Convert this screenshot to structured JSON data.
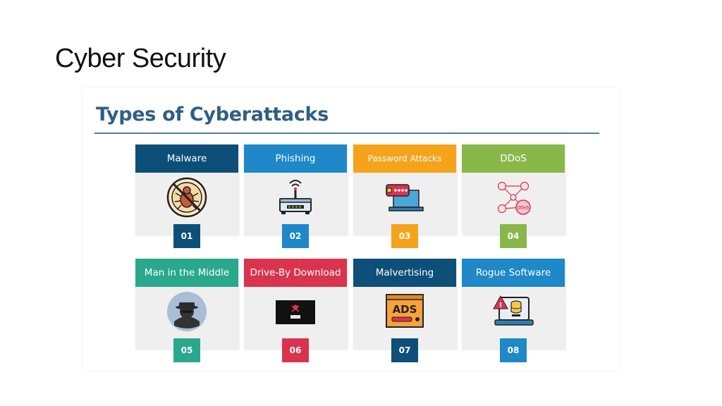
{
  "slide": {
    "title": "Cyber Security"
  },
  "figure": {
    "title": "Types of Cyberattacks",
    "cards": [
      {
        "label": "Malware",
        "number": "01",
        "color": "#0e4f7a",
        "icon": "no-bug-icon"
      },
      {
        "label": "Phishing",
        "number": "02",
        "color": "#1e88c8",
        "icon": "router-icon"
      },
      {
        "label": "Password Attacks",
        "number": "03",
        "color": "#f4a31b",
        "icon": "password-laptop-icon"
      },
      {
        "label": "DDoS",
        "number": "04",
        "color": "#8ab74a",
        "icon": "network-nodes-icon"
      },
      {
        "label": "Man in the Middle",
        "number": "05",
        "color": "#2aa88e",
        "icon": "spy-icon"
      },
      {
        "label": "Drive-By Download",
        "number": "06",
        "color": "#d9344e",
        "icon": "malicious-screen-icon"
      },
      {
        "label": "Malvertising",
        "number": "07",
        "color": "#0e4f7a",
        "icon": "ads-window-icon"
      },
      {
        "label": "Rogue Software",
        "number": "08",
        "color": "#1e88c8",
        "icon": "rogue-laptop-icon"
      }
    ],
    "icon_text": {
      "ddos_node": "DDoS",
      "ads": "ADS"
    }
  }
}
